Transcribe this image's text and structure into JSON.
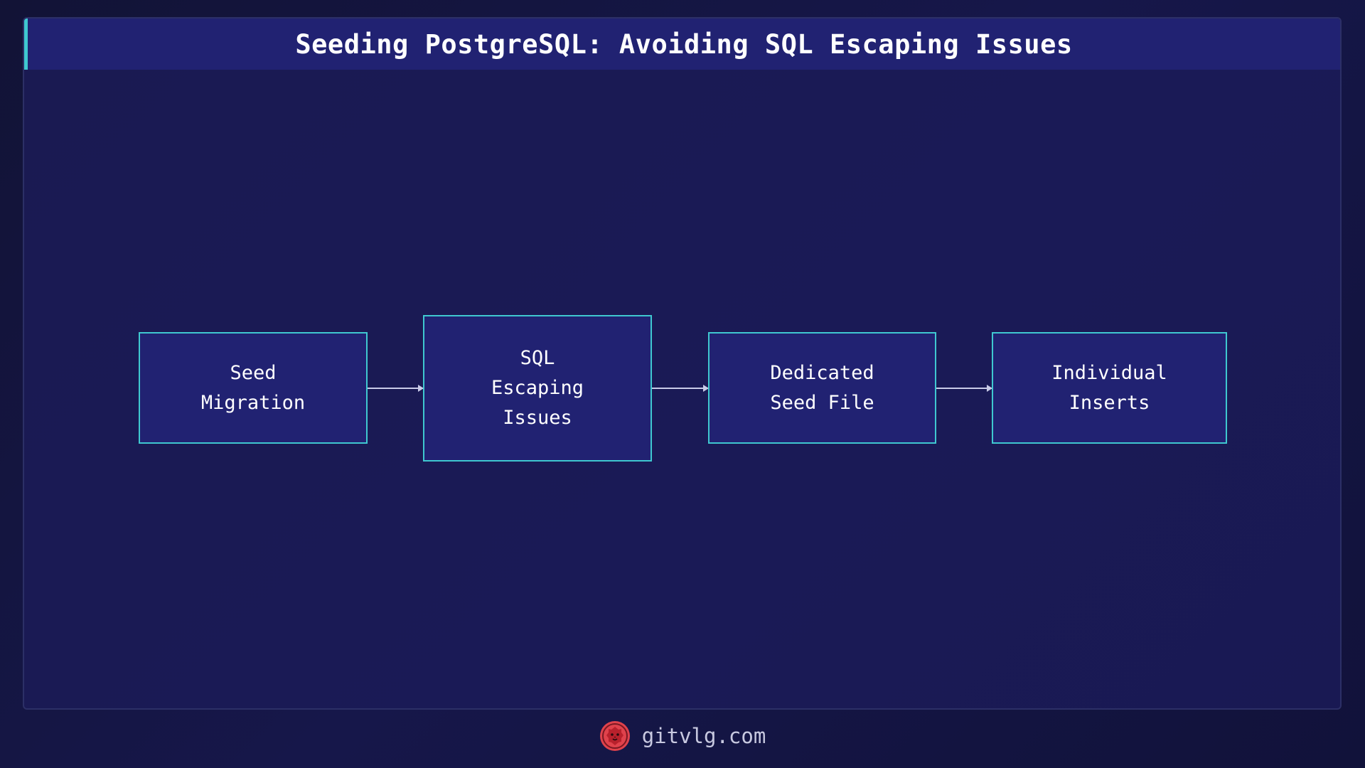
{
  "header": {
    "title": "Seeding PostgreSQL: Avoiding SQL Escaping Issues"
  },
  "diagram": {
    "nodes": [
      {
        "id": "seed-migration",
        "label": "Seed\nMigration"
      },
      {
        "id": "sql-escaping-issues",
        "label": "SQL\nEscaping\nIssues"
      },
      {
        "id": "dedicated-seed-file",
        "label": "Dedicated\nSeed File"
      },
      {
        "id": "individual-inserts",
        "label": "Individual\nInserts"
      }
    ],
    "edges": [
      {
        "from": "seed-migration",
        "to": "sql-escaping-issues"
      },
      {
        "from": "sql-escaping-issues",
        "to": "dedicated-seed-file"
      },
      {
        "from": "dedicated-seed-file",
        "to": "individual-inserts"
      }
    ]
  },
  "footer": {
    "site": "gitvlg.com",
    "logo_icon": "lion-head-icon"
  },
  "colors": {
    "background": "#15163f",
    "node_fill": "#212272",
    "node_border": "#3fc8d0",
    "accent": "#3fc8d0",
    "connector": "#c9cbe8",
    "logo": "#e0424c"
  }
}
